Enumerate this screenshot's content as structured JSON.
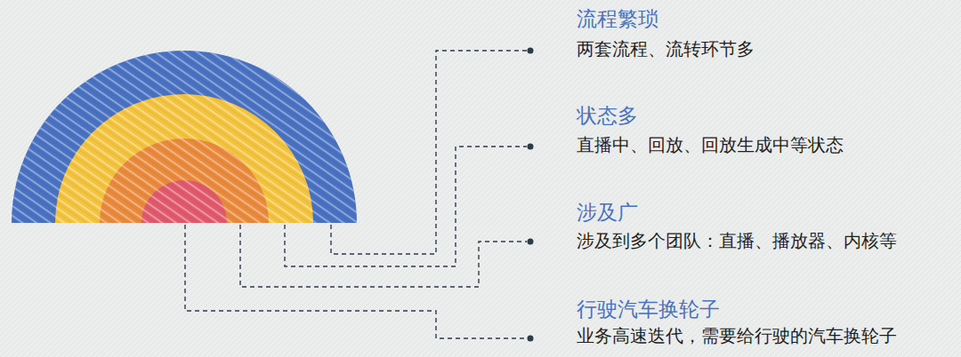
{
  "diagram": {
    "labels": [
      "流程繁琐",
      "两套流程、流转环节多",
      "状态多",
      "直播中、回放、回放生成中等状态",
      "涉及广",
      "涉及到多个团队：直播、播放器、内核等",
      "行驶汽车换轮子",
      "业务高速迭代，需要给行驶的汽车换轮子"
    ]
  }
}
